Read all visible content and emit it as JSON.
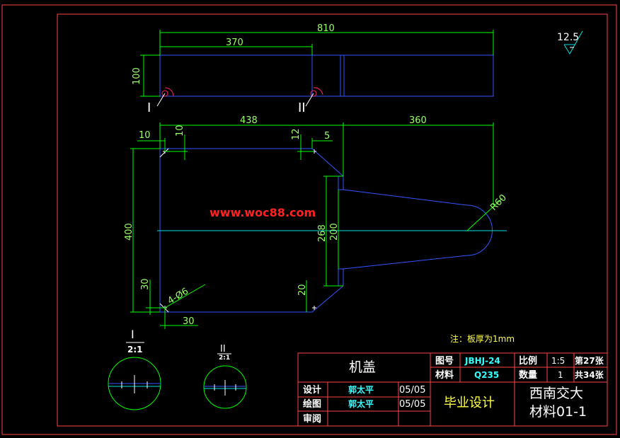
{
  "watermark": "www.woc88.com",
  "roughness": "12.5",
  "note": "注：板厚为1mm",
  "top_view": {
    "dims": [
      "810",
      "370",
      "100"
    ],
    "markers": [
      "I",
      "II"
    ]
  },
  "main_view": {
    "dims": [
      "438",
      "360",
      "10",
      "10",
      "12",
      "5",
      "400",
      "268",
      "200",
      "R60",
      "30",
      "30",
      "20",
      "4-Ø6"
    ]
  },
  "details": [
    {
      "label": "I",
      "scale": "2:1"
    },
    {
      "label": "II",
      "scale": "2:1"
    }
  ],
  "title_block": {
    "part_name": "机盖",
    "drawing_no_label": "图号",
    "drawing_no": "JBHJ-24",
    "scale_label": "比例",
    "scale": "1:5",
    "sheet": "第27张",
    "material_label": "材料",
    "material": "Q235",
    "qty_label": "数量",
    "qty": "1",
    "total": "共34张",
    "rows": [
      {
        "role": "设计",
        "name": "郭太平",
        "date": "05/05"
      },
      {
        "role": "绘图",
        "name": "郭太平",
        "date": "05/05"
      },
      {
        "role": "审阅",
        "name": "",
        "date": ""
      }
    ],
    "project": "毕业设计",
    "school": "西南交大",
    "class": "材料01-1"
  }
}
